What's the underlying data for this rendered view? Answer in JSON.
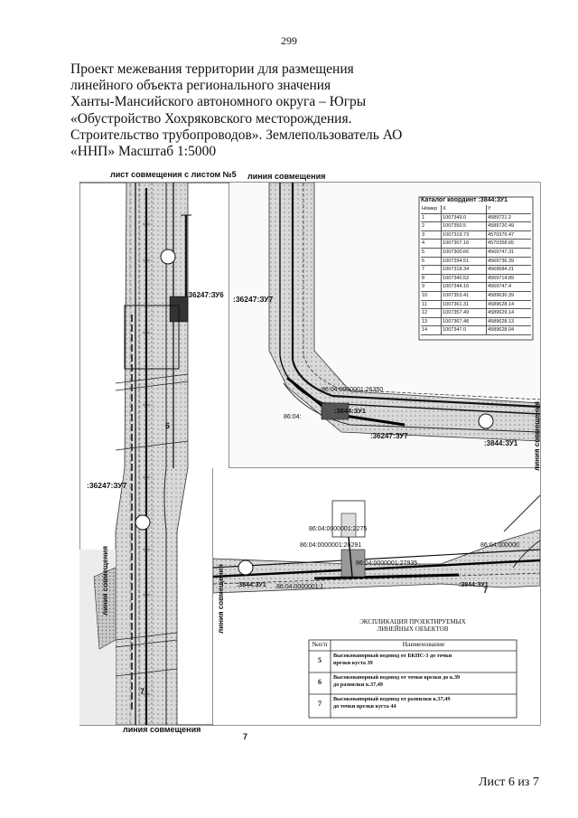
{
  "page_number": "299",
  "title_lines": [
    "Проект межевания территории для размещения",
    "линейного объекта регионального значения",
    "Ханты-Мансийского автономного округа – Югры",
    "«Обустройство Хохряковского месторождения.",
    "Строительство трубопроводов». Землепользователь АО",
    "«ННП»  Масштаб 1:5000"
  ],
  "map": {
    "top_label_left": "лист совмещения с листом №5",
    "top_label_right": "линия совмещения",
    "bottom_label": "линия совмещения",
    "vertical_label_left": "линия совмещения",
    "vertical_label_mid": "линия совмещения",
    "vertical_label_right": "линия совмещения",
    "parcel_labels": [
      ":36247:ЗУ6",
      ":36247:ЗУ7",
      ":36247:ЗУ7",
      ":36247:ЗУ7",
      ":3844:ЗУ1",
      ":3844:ЗУ1",
      ":3844:ЗУ1",
      ":3844:ЗУ1"
    ],
    "cadastre_labels": [
      "86:04:0000001:26350",
      "86:04:",
      "86:04:0000001:2275",
      "86:04:0000001:26291",
      "86:04:0000001:27935",
      "86:04:0000001:1",
      "86:04:000000"
    ],
    "markers": [
      "6",
      "7",
      "7",
      "7"
    ]
  },
  "catalog": {
    "title": "Каталог координт :3844:ЗУ1",
    "headers": [
      "Номер",
      "X",
      "Y"
    ],
    "rows": [
      [
        "1",
        "1007349.0",
        "4589721.2"
      ],
      [
        "2",
        "1007350.5",
        "4589720.49"
      ],
      [
        "3",
        "1007319.73",
        "4570379.47"
      ],
      [
        "4",
        "1007307.16",
        "4570358.65"
      ],
      [
        "5",
        "1007300.66",
        "4569747.31"
      ],
      [
        "6",
        "1007294.51",
        "4569736.39"
      ],
      [
        "7",
        "1007318.34",
        "4569684.21"
      ],
      [
        "8",
        "1007340.52",
        "4569714.89"
      ],
      [
        "9",
        "1007344.16",
        "4569747.4"
      ],
      [
        "10",
        "1007353.41",
        "4589630.39"
      ],
      [
        "11",
        "1007361.31",
        "4589628.14"
      ],
      [
        "12",
        "1007357.49",
        "4589629.14"
      ],
      [
        "13",
        "1007367.48",
        "4589628.13"
      ],
      [
        "14",
        "1007347.0",
        "4589628.04"
      ]
    ]
  },
  "legend": {
    "title_line1": "ЭКСПЛИКАЦИЯ ПРОЕКТИРУЕМЫХ",
    "title_line2": "ЛИНЕЙНЫХ ОБЪЕКТОВ",
    "col_num": "№п/п",
    "col_name": "Наименование",
    "rows": [
      {
        "num": "5",
        "line1": "Высоконапорный водовод от БКНС-3 до точки",
        "line2": "врезки куста 39"
      },
      {
        "num": "6",
        "line1": "Высоконапорный водовод от точки врезки до к.39",
        "line2": "до развилки к.37,49"
      },
      {
        "num": "7",
        "line1": "Высоконапорный водовод от развилки к.37,49",
        "line2": "до точки врезки куста 44"
      }
    ]
  },
  "footer": "Лист 6 из 7"
}
